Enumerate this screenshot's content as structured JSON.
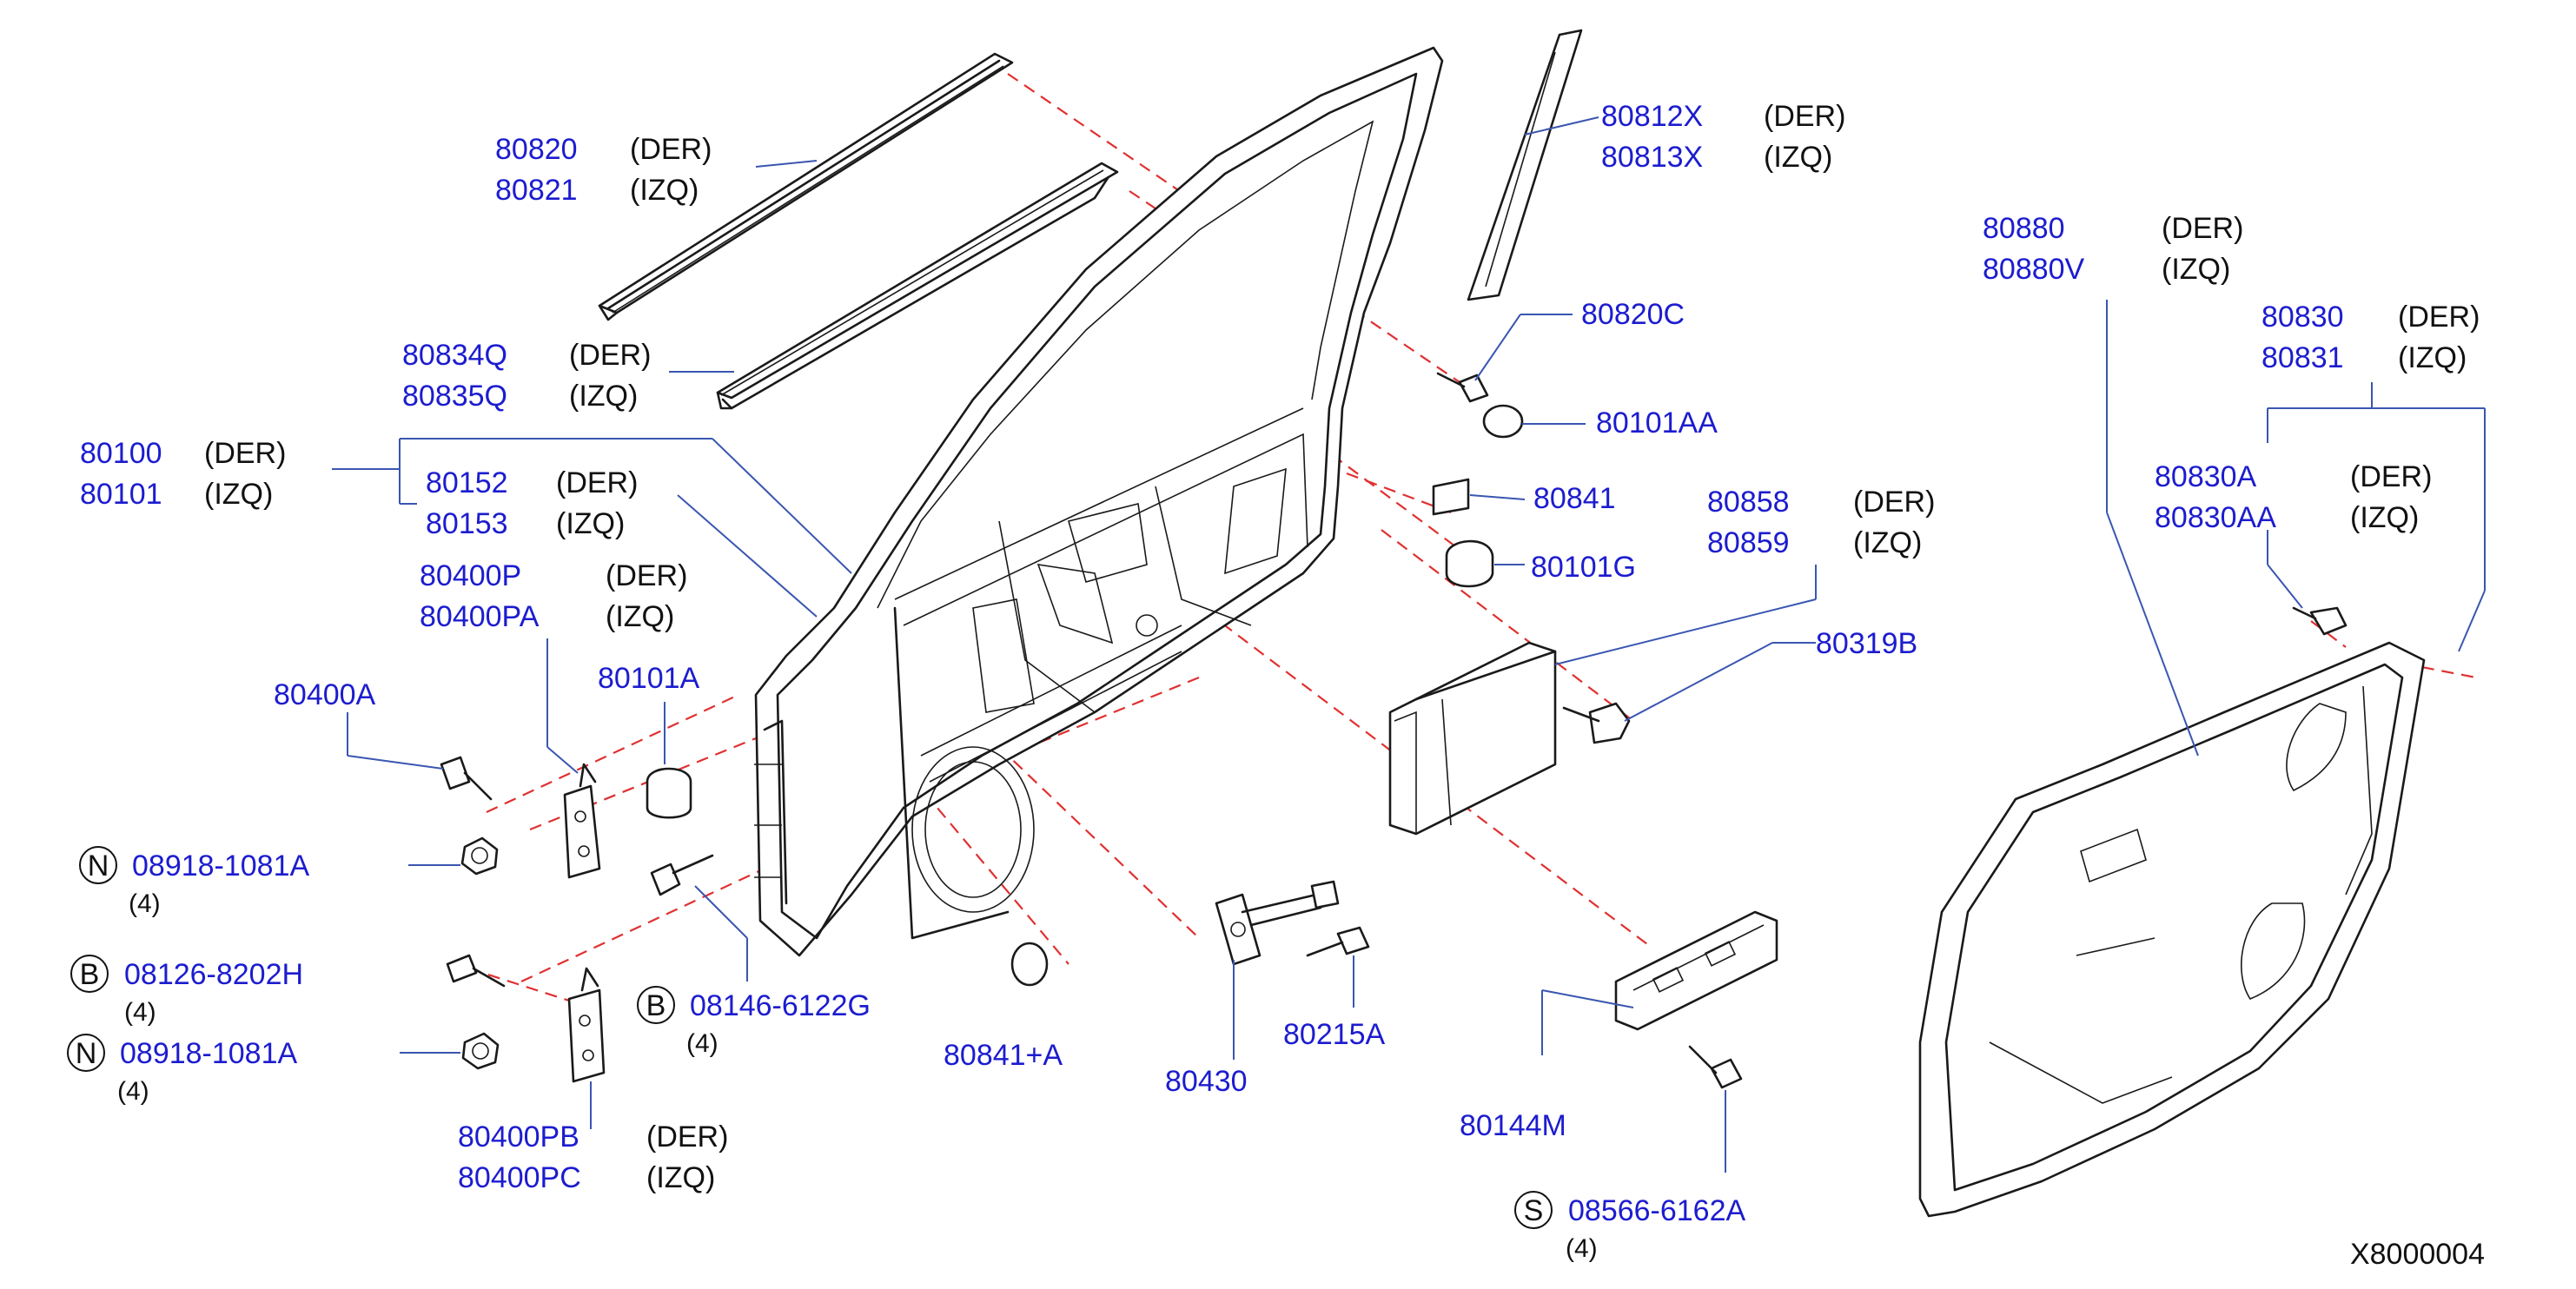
{
  "diagram_code": "X8000004",
  "callouts": [
    {
      "id": "c1",
      "parts": [
        {
          "pn": "80820",
          "side": "(DER)"
        },
        {
          "pn": "80821",
          "side": "(IZQ)"
        }
      ]
    },
    {
      "id": "c2",
      "parts": [
        {
          "pn": "80834Q",
          "side": "(DER)"
        },
        {
          "pn": "80835Q",
          "side": "(IZQ)"
        }
      ]
    },
    {
      "id": "c3",
      "parts": [
        {
          "pn": "80100",
          "side": "(DER)"
        },
        {
          "pn": "80101",
          "side": "(IZQ)"
        }
      ]
    },
    {
      "id": "c4",
      "parts": [
        {
          "pn": "80152",
          "side": "(DER)"
        },
        {
          "pn": "80153",
          "side": "(IZQ)"
        }
      ]
    },
    {
      "id": "c5",
      "parts": [
        {
          "pn": "80400P",
          "side": "(DER)"
        },
        {
          "pn": "80400PA",
          "side": "(IZQ)"
        }
      ]
    },
    {
      "id": "c6",
      "parts": [
        {
          "pn": "80400A"
        }
      ]
    },
    {
      "id": "c7",
      "parts": [
        {
          "pn": "80101A"
        }
      ]
    },
    {
      "id": "c8",
      "prefix": "N",
      "parts": [
        {
          "pn": "08918-1081A"
        }
      ],
      "qty": "(4)"
    },
    {
      "id": "c9",
      "prefix": "B",
      "parts": [
        {
          "pn": "08126-8202H"
        }
      ],
      "qty": "(4)"
    },
    {
      "id": "c10",
      "prefix": "N",
      "parts": [
        {
          "pn": "08918-1081A"
        }
      ],
      "qty": "(4)"
    },
    {
      "id": "c11",
      "prefix": "B",
      "parts": [
        {
          "pn": "08146-6122G"
        }
      ],
      "qty": "(4)"
    },
    {
      "id": "c12",
      "parts": [
        {
          "pn": "80400PB",
          "side": "(DER)"
        },
        {
          "pn": "80400PC",
          "side": "(IZQ)"
        }
      ]
    },
    {
      "id": "c13",
      "parts": [
        {
          "pn": "80841+A"
        }
      ]
    },
    {
      "id": "c14",
      "parts": [
        {
          "pn": "80430"
        }
      ]
    },
    {
      "id": "c15",
      "parts": [
        {
          "pn": "80215A"
        }
      ]
    },
    {
      "id": "c16",
      "parts": [
        {
          "pn": "80144M"
        }
      ]
    },
    {
      "id": "c17",
      "prefix": "S",
      "parts": [
        {
          "pn": "08566-6162A"
        }
      ],
      "qty": "(4)"
    },
    {
      "id": "c18",
      "parts": [
        {
          "pn": "80812X",
          "side": "(DER)"
        },
        {
          "pn": "80813X",
          "side": "(IZQ)"
        }
      ]
    },
    {
      "id": "c19",
      "parts": [
        {
          "pn": "80820C"
        }
      ]
    },
    {
      "id": "c20",
      "parts": [
        {
          "pn": "80101AA"
        }
      ]
    },
    {
      "id": "c21",
      "parts": [
        {
          "pn": "80841"
        }
      ]
    },
    {
      "id": "c22",
      "parts": [
        {
          "pn": "80101G"
        }
      ]
    },
    {
      "id": "c23",
      "parts": [
        {
          "pn": "80858",
          "side": "(DER)"
        },
        {
          "pn": "80859",
          "side": "(IZQ)"
        }
      ]
    },
    {
      "id": "c24",
      "parts": [
        {
          "pn": "80319B"
        }
      ]
    },
    {
      "id": "c25",
      "parts": [
        {
          "pn": "80880",
          "side": "(DER)"
        },
        {
          "pn": "80880V",
          "side": "(IZQ)"
        }
      ]
    },
    {
      "id": "c26",
      "parts": [
        {
          "pn": "80830",
          "side": "(DER)"
        },
        {
          "pn": "80831",
          "side": "(IZQ)"
        }
      ]
    },
    {
      "id": "c27",
      "parts": [
        {
          "pn": "80830A",
          "side": "(DER)"
        },
        {
          "pn": "80830AA",
          "side": "(IZQ)"
        }
      ]
    }
  ],
  "colors": {
    "part_number": "#1c1ccf",
    "text": "#111111",
    "leader": "#3a56b0",
    "dashed_line": "#e03030"
  }
}
